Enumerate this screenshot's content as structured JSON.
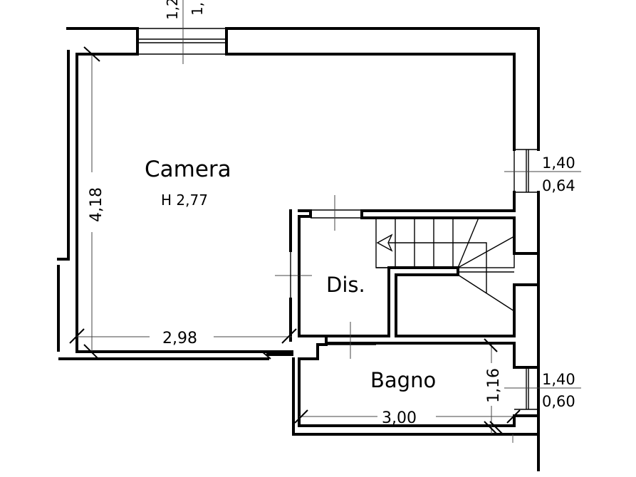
{
  "floorplan": {
    "rooms": {
      "camera": {
        "name": "Camera",
        "height": "H 2,77"
      },
      "dis": {
        "name": "Dis."
      },
      "bagno": {
        "name": "Bagno"
      }
    },
    "dimensions": {
      "camera_height": "4,18",
      "camera_width": "2,98",
      "bagno_width": "3,00",
      "bagno_height": "1,16",
      "top_window_a": "1,2",
      "top_window_b": "1,"
    },
    "windows": {
      "camera_east": {
        "width": "1,40",
        "sill": "0,64"
      },
      "bagno_east": {
        "width": "1,40",
        "sill": "0,60"
      }
    }
  }
}
